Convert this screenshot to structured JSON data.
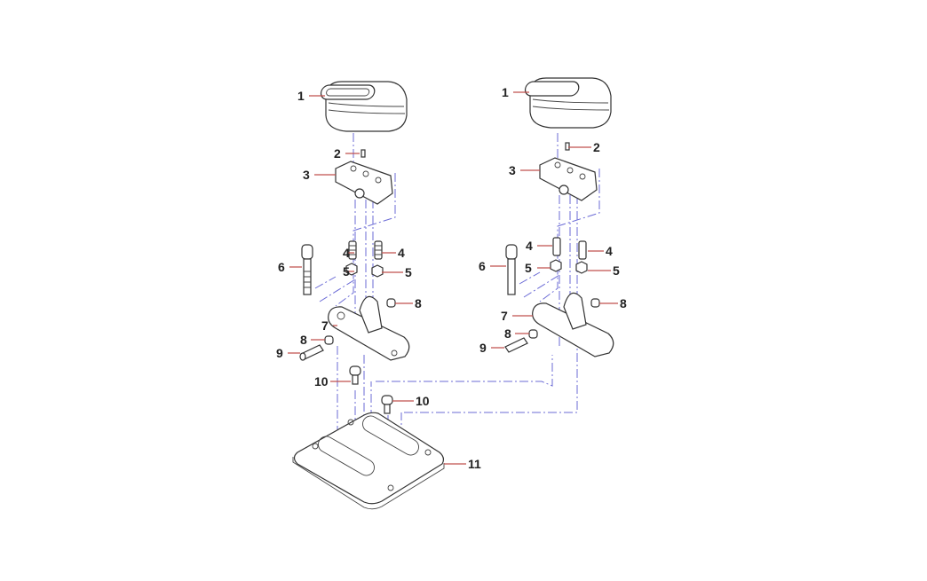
{
  "diagram": {
    "type": "exploded-parts-diagram",
    "colors": {
      "leader_line": "#c0504d",
      "center_line": "#6b6bd6",
      "outline": "#333333"
    },
    "callouts_left": [
      "1",
      "2",
      "3",
      "4",
      "4",
      "5",
      "5",
      "6",
      "7",
      "8",
      "8",
      "9",
      "10",
      "10",
      "11"
    ],
    "callouts_right": [
      "1",
      "2",
      "3",
      "4",
      "4",
      "5",
      "5",
      "6",
      "7",
      "8",
      "8",
      "9"
    ]
  }
}
